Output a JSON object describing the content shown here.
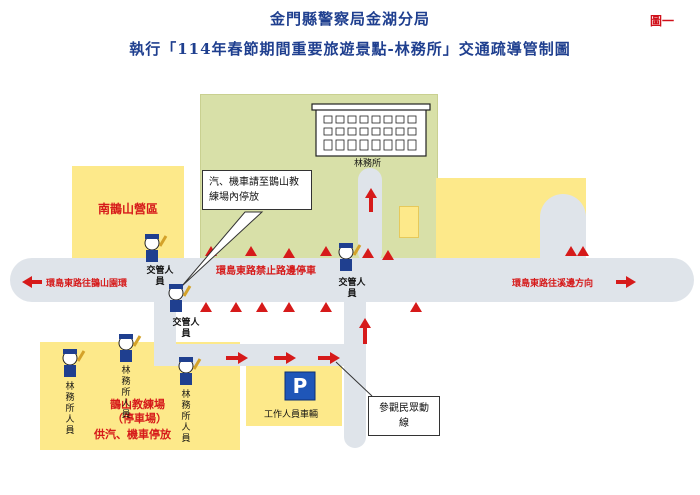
{
  "header": {
    "line1": "金門縣警察局金湖分局",
    "line2": "執行「114年春節期間重要旅遊景點-林務所」交通疏導管制圖",
    "figure_label": "圖一"
  },
  "areas": {
    "nanhe_camp": "南鵲山營區",
    "forestry_office": "林務所",
    "staff_parking": "工作人員車輛",
    "parking_symbol": "P",
    "training_field_line1": "鵲山教練場",
    "training_field_line2": "（停車場）",
    "training_field_line3": "供汽、機車停放"
  },
  "roads": {
    "center": "環島東路禁止路邊停車",
    "west": "環島東路往鵲山園環",
    "east": "環島東路往溪邊方向"
  },
  "callouts": {
    "parking_instruction": "汽、機車請至鵲山教練場內停放",
    "visitor_flow": "參觀民眾動線"
  },
  "personnel": {
    "traffic": "交管人員",
    "forestry": "林務所人員"
  },
  "colors": {
    "title_blue": "#1f3f8f",
    "road_gray": "#dfe4ea",
    "zone_yellow": "#fde98a",
    "forestry_green": "#d8e0a8",
    "arrow_red": "#d61a1a",
    "parking_blue": "#1f56b8"
  }
}
